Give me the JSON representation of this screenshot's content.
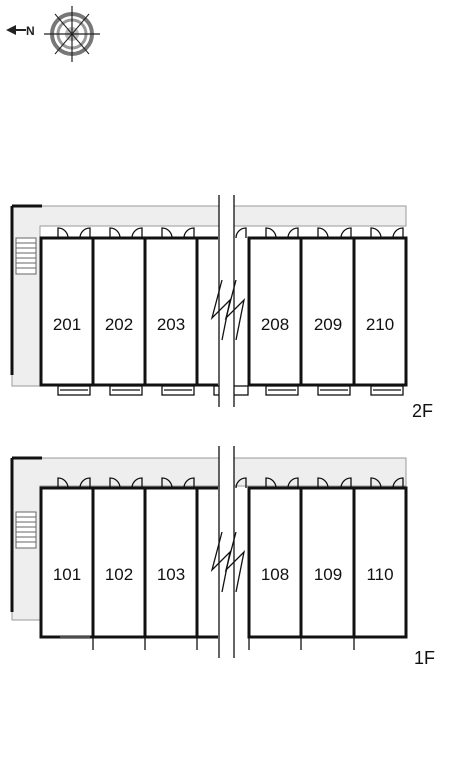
{
  "compass": {
    "north_label": "N",
    "icon": "compass-rose-icon"
  },
  "floors": [
    {
      "id": "2F",
      "label": "2F",
      "units_left": [
        "201",
        "202",
        "203"
      ],
      "units_right": [
        "208",
        "209",
        "210"
      ]
    },
    {
      "id": "1F",
      "label": "1F",
      "units_left": [
        "101",
        "102",
        "103"
      ],
      "units_right": [
        "108",
        "109",
        "110"
      ]
    }
  ],
  "colors": {
    "wall": "#111111",
    "corridor_fill": "#eeeeee",
    "corridor_stroke": "#9a9a9a"
  }
}
